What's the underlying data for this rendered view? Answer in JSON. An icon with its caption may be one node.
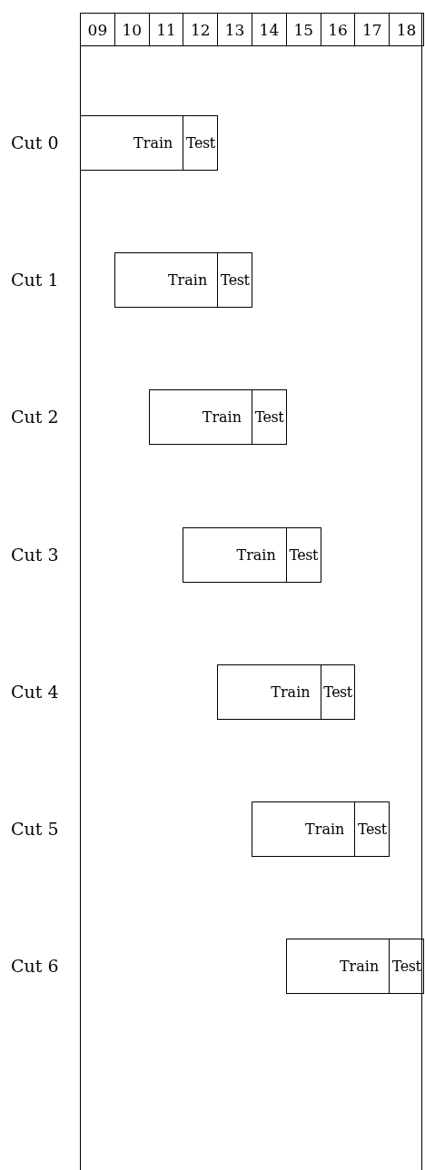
{
  "diagram": {
    "nodes": [
      {
        "text": [
          "Train"
        ]
      },
      {
        "text": [
          "Test"
        ]
      },
      {
        "text": [
          "Train"
        ]
      },
      {
        "text": [
          "Test"
        ]
      },
      {
        "text": [
          "Train"
        ]
      },
      {
        "text": [
          "Test"
        ]
      },
      {
        "text": [
          "Train"
        ]
      },
      {
        "text": [
          "Test"
        ]
      },
      {
        "text": [
          "Train"
        ]
      },
      {
        "text": [
          "Test"
        ]
      },
      {
        "text": [
          "Train"
        ]
      },
      {
        "text": [
          "Test"
        ]
      },
      {
        "text": [
          "Train"
        ]
      },
      {
        "text": [
          "Test"
        ]
      }
    ],
    "labels": [
      "09",
      "10",
      "11",
      "12",
      "13",
      "14",
      "15",
      "16",
      "17",
      "18",
      "Cut 0",
      "Cut 1",
      "Cut 2",
      "Cut 3",
      "Cut 4",
      "Cut 5",
      "Cut 6"
    ]
  }
}
